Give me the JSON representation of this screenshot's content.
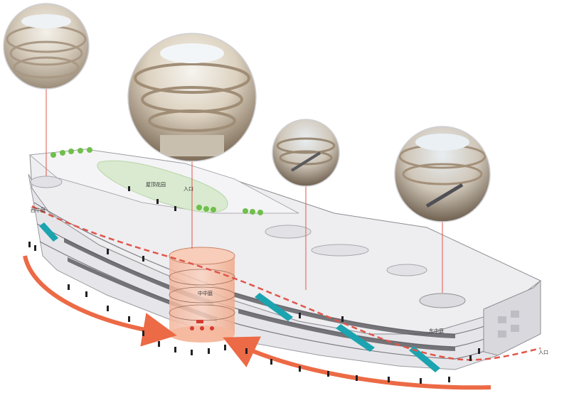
{
  "labels": {
    "roof_garden": "屋顶花园",
    "west_atrium": "西中庭",
    "central_atrium": "中中庭",
    "east_atrium": "东中庭",
    "entrance": "入口",
    "roof_entrance": "入口"
  },
  "colors": {
    "accent_orange": "#ec6a45",
    "route_red": "#e0564a",
    "escalator_teal": "#1ba4b0",
    "roof_fill": "#eeedf0",
    "garden_fill": "#d9ead0",
    "atrium_fill": "#f5c3ad"
  },
  "photo_insets": [
    "atrium-photo-1",
    "atrium-photo-2",
    "atrium-photo-3",
    "atrium-photo-4"
  ]
}
